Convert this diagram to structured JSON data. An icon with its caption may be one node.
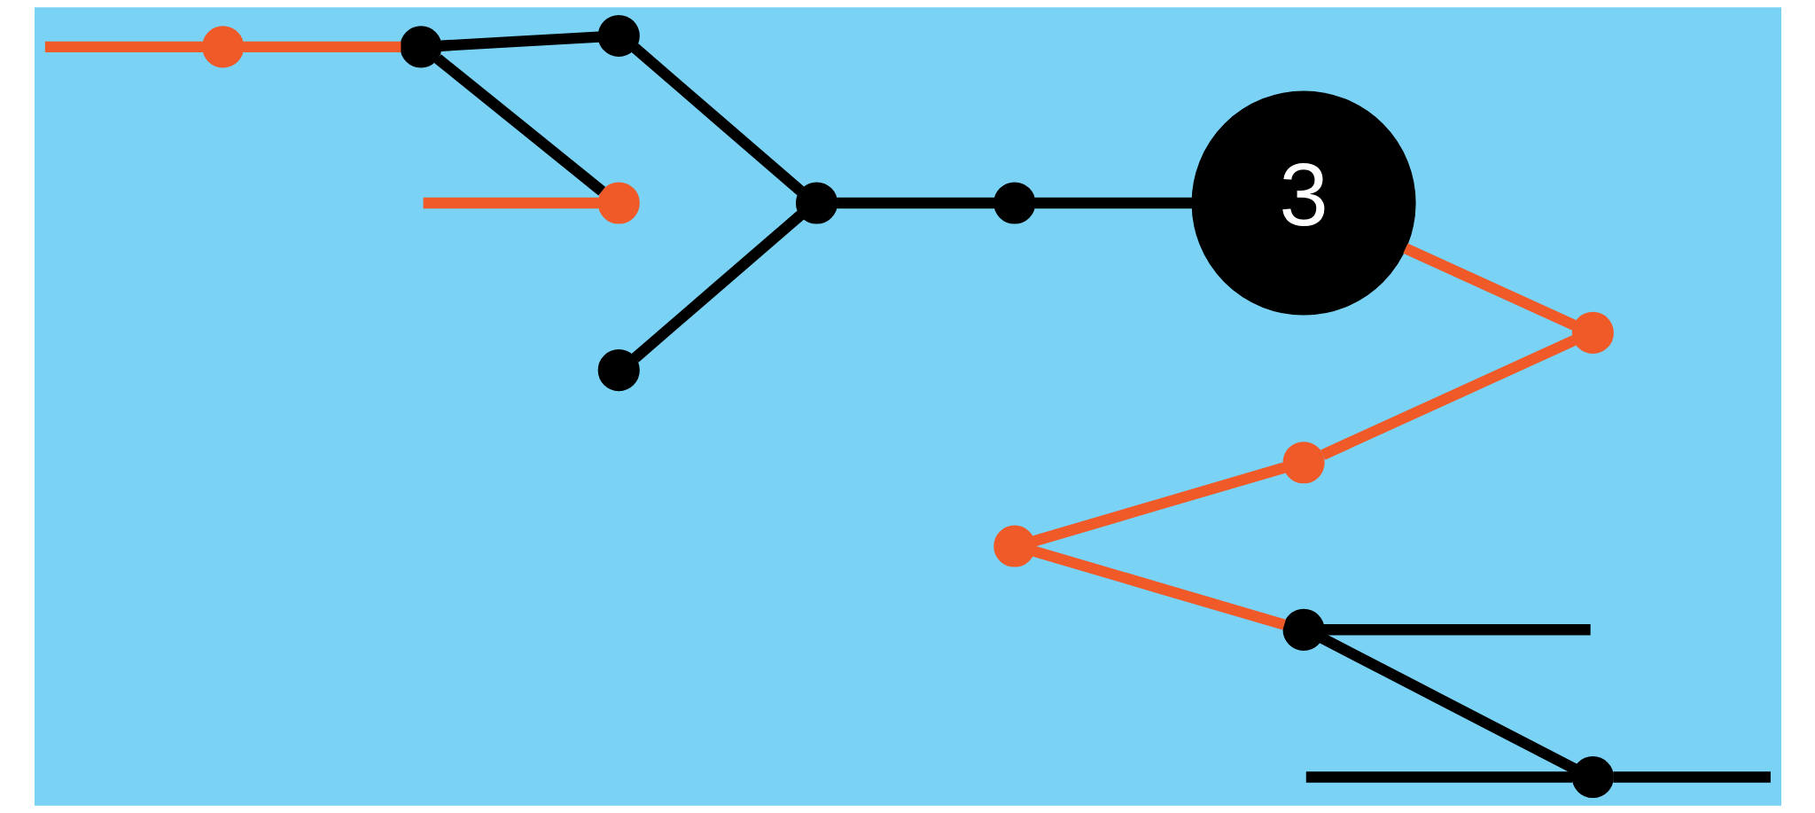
{
  "diagram": {
    "nodes": [
      {
        "text": [],
        "shape": "circle"
      },
      {
        "text": [],
        "shape": "circle"
      },
      {
        "text": [],
        "shape": "circle"
      },
      {
        "text": [],
        "shape": "circle"
      },
      {
        "text": [],
        "shape": "circle"
      },
      {
        "text": [],
        "shape": "circle"
      },
      {
        "text": [],
        "shape": "circle"
      },
      {
        "text": [
          "3"
        ]
      },
      {
        "text": [],
        "shape": "circle"
      },
      {
        "text": [],
        "shape": "circle"
      },
      {
        "text": [],
        "shape": "circle"
      },
      {
        "text": [],
        "shape": "circle"
      },
      {
        "text": [],
        "shape": "circle"
      }
    ],
    "edges": [
      {
        "from": null,
        "to": 0,
        "arrow": "none",
        "color": "#f05a28"
      },
      {
        "from": 0,
        "to": 1,
        "arrow": "none",
        "color": "#f05a28"
      },
      {
        "from": 1,
        "to": 2,
        "arrow": "none"
      },
      {
        "from": 2,
        "to": 3,
        "arrow": "none"
      },
      {
        "from": 4,
        "to": 3,
        "arrow": "none"
      },
      {
        "from": 3,
        "to": 5,
        "arrow": "none"
      },
      {
        "from": 1,
        "to": 6,
        "arrow": "none"
      },
      {
        "from": null,
        "to": 6,
        "arrow": "none",
        "color": "#f05a28"
      },
      {
        "from": 5,
        "to": 7,
        "arrow": "none"
      },
      {
        "from": 7,
        "to": 8,
        "arrow": "none",
        "color": "#f05a28"
      },
      {
        "from": 9,
        "to": 8,
        "arrow": "none",
        "color": "#f05a28"
      },
      {
        "from": 10,
        "to": 9,
        "arrow": "none",
        "color": "#f05a28"
      },
      {
        "from": 10,
        "to": 11,
        "arrow": "none",
        "color": "#f05a28"
      },
      {
        "from": 11,
        "to": null,
        "arrow": "none"
      },
      {
        "from": 11,
        "to": 12,
        "arrow": "none"
      },
      {
        "from": null,
        "to": 12,
        "arrow": "none"
      },
      {
        "from": 12,
        "to": null,
        "arrow": "none"
      }
    ]
  }
}
